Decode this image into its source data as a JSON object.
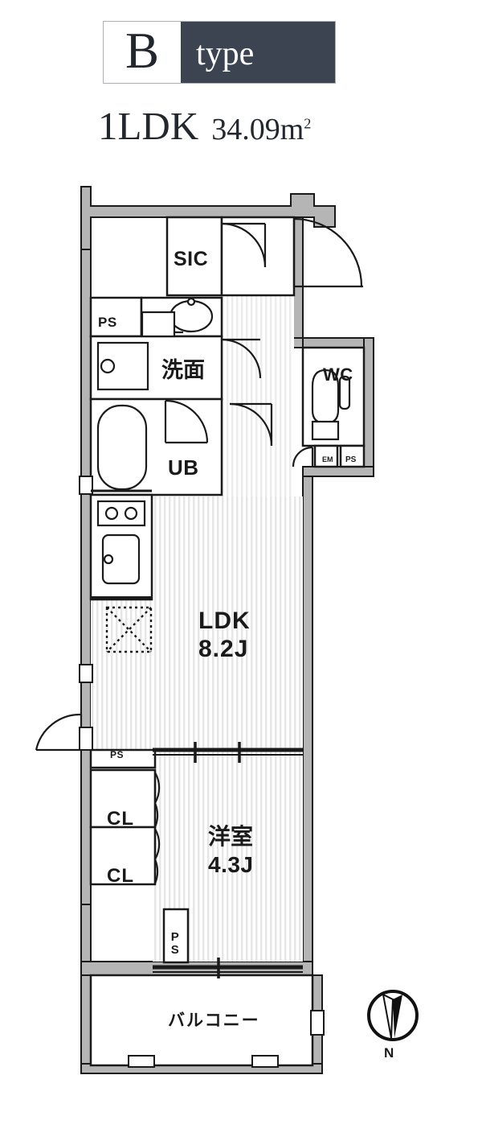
{
  "header": {
    "type_letter": "B",
    "type_word": "type",
    "layout": "1LDK",
    "area": "34.09m",
    "area_unit": "2"
  },
  "colors": {
    "badge_bg": "#3b4450",
    "badge_text": "#ffffff",
    "letter_color": "#22272e",
    "wall_fill": "#b5b5b5",
    "wall_stroke": "#1a1a1a",
    "floor_stripe": "#e9e9e9",
    "line": "#1a1a1a",
    "paper": "#ffffff"
  },
  "rooms": {
    "sic": "SIC",
    "ps_top": "PS",
    "washroom": "洗面",
    "unit_bath": "UB",
    "wc": "WC",
    "em_meter": "EM",
    "ps_wc": "PS",
    "ldk_name": "LDK",
    "ldk_size": "8.2J",
    "ps_hall": "PS",
    "closet_upper": "CL",
    "closet_lower": "CL",
    "bedroom_name": "洋室",
    "bedroom_size": "4.3J",
    "ps_bedroom": "PS",
    "balcony": "バルコニー"
  },
  "compass": {
    "label": "N",
    "icon": "north-arrow-icon",
    "direction": "down"
  },
  "icons": {
    "sink": "kitchen-sink-icon",
    "stove": "gas-stove-icon",
    "bathtub": "bathtub-icon",
    "toilet": "toilet-icon",
    "washbasin": "washbasin-icon",
    "washer": "washing-machine-icon",
    "fridge": "refrigerator-space-icon",
    "entrance_door": "entrance-door-icon",
    "swing_door": "swing-door-icon"
  }
}
